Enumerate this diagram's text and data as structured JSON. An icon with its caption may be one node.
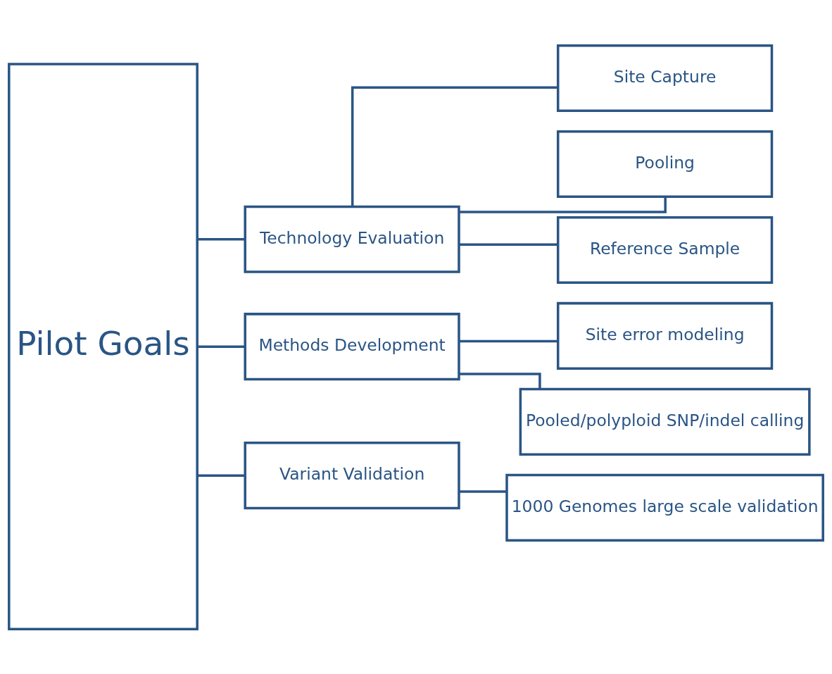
{
  "diagram": {
    "nodes": [
      {
        "text": [
          "Pilot Goals"
        ]
      },
      {
        "text": [
          "Technology Evaluation"
        ]
      },
      {
        "text": [
          "Site Capture"
        ]
      },
      {
        "text": [
          "Pooling"
        ]
      },
      {
        "text": [
          "Reference Sample"
        ]
      },
      {
        "text": [
          "Methods Development"
        ]
      },
      {
        "text": [
          "Site error modeling"
        ]
      },
      {
        "text": [
          "Pooled/polyploid SNP/indel calling"
        ]
      },
      {
        "text": [
          "Variant Validation"
        ]
      },
      {
        "text": [
          "1000 Genomes large scale validation"
        ]
      }
    ],
    "edges": [
      {
        "from": 0,
        "to": 1,
        "arrow": "none"
      },
      {
        "from": 0,
        "to": 5,
        "arrow": "none"
      },
      {
        "from": 0,
        "to": 8,
        "arrow": "none"
      },
      {
        "from": 1,
        "to": 2,
        "arrow": "none"
      },
      {
        "from": 1,
        "to": 3,
        "arrow": "none"
      },
      {
        "from": 1,
        "to": 4,
        "arrow": "none"
      },
      {
        "from": 5,
        "to": 6,
        "arrow": "none"
      },
      {
        "from": 5,
        "to": 7,
        "arrow": "none"
      },
      {
        "from": 8,
        "to": 9,
        "arrow": "none"
      }
    ]
  }
}
